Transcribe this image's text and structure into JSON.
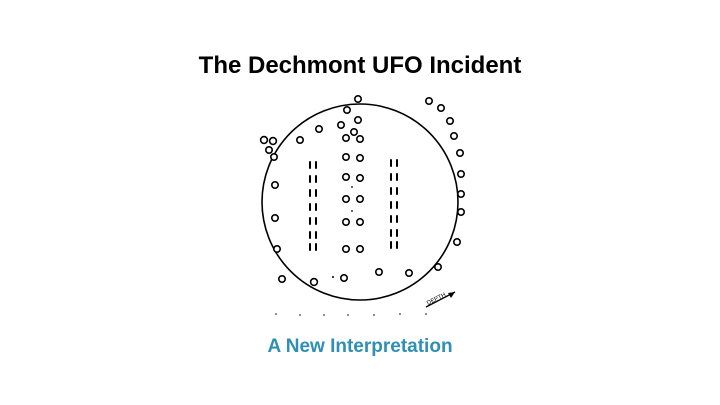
{
  "slide": {
    "title": "The Dechmont UFO Incident",
    "subtitle": "A New Interpretation",
    "subtitle_color": "#2f8fb5",
    "title_color": "#000000"
  },
  "sketch": {
    "arrow_label": "DEPTH",
    "description_icon": "circular-ground-marks-diagram-icon"
  }
}
